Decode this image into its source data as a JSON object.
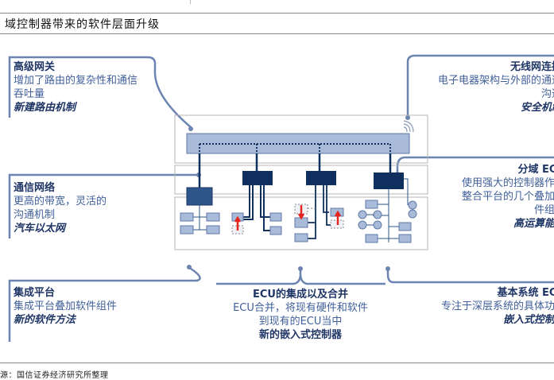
{
  "header": {
    "title": "域控制器带来的软件层面升级"
  },
  "callouts": {
    "gateway": {
      "heading": "高级网关",
      "line1": "增加了路由的复杂性和通信",
      "line2": "吞吐量",
      "emphasis": "新建路由机制"
    },
    "wireless": {
      "heading": "无线网连接",
      "line1": "电子电器架构与外部的通道",
      "line2": "沟通",
      "emphasis": "安全机制"
    },
    "network": {
      "heading": "通信网络",
      "line1": "更高的带宽，灵活的",
      "line2": "沟通机制",
      "emphasis": "汽车以太网"
    },
    "domain_ecu": {
      "heading": "分域 ECU",
      "line1": "使用强大的控制器作为",
      "line2": "整合平台的几个叠加软",
      "line3": "件组件",
      "emphasis": "高运算能力"
    },
    "platform": {
      "heading": "集成平台",
      "line1": "集成平台叠加软件组件",
      "emphasis": "新的软件方法"
    },
    "ecu_merge": {
      "heading": "ECU的集成以及合并",
      "line1": "ECU合并，将现有硬件和软件",
      "line2": "到现有的ECU当中",
      "emphasis": "新的嵌入式控制器"
    },
    "basic_ecu": {
      "heading": "基本系统 ECU",
      "line1": "专注于深层系统的具体功能",
      "emphasis": "嵌入式控制器"
    }
  },
  "footer": {
    "source": "源：国信证券经济研究所整理"
  },
  "colors": {
    "dark_navy": "#0f2f5e",
    "mid_blue": "#2f568a",
    "light_blue": "#a9bbd8",
    "line_blue": "#5f7aa8",
    "text_blue": "#41609a",
    "arrow_red": "#e5241f"
  }
}
